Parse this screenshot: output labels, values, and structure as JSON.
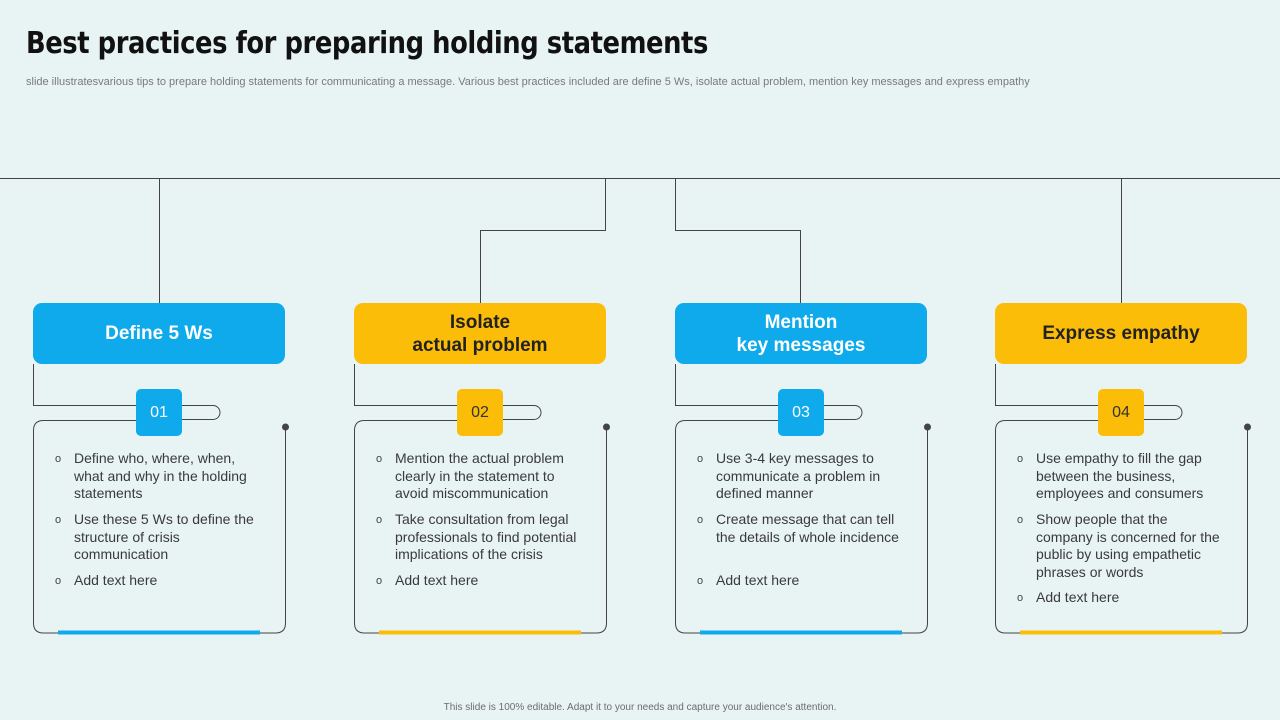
{
  "title": "Best practices for preparing holding statements",
  "subtitle": "slide illustratesvarious tips to prepare holding statements for communicating a message. Various best practices included are define 5 Ws, isolate actual problem, mention key messages and express empathy",
  "footer": "This slide is 100% editable. Adapt it to your needs and capture your audience's attention.",
  "colors": {
    "blue": "#0eaaeb",
    "yellow": "#fbbd07",
    "background": "#e8f3f4",
    "line": "#444444"
  },
  "bullet_icon": "circle-bullet-icon",
  "cards": [
    {
      "heading": "Define 5 Ws",
      "number": "01",
      "color": "blue",
      "bullets": [
        "Define who, where, when, what and why in the holding statements",
        "Use these 5 Ws to define the structure of crisis communication",
        "Add text here"
      ]
    },
    {
      "heading": "Isolate\nactual problem",
      "number": "02",
      "color": "yellow",
      "bullets": [
        "Mention the actual problem clearly in the statement to avoid miscommunication",
        "Take consultation from legal professionals to find potential implications of the crisis",
        "Add text here"
      ]
    },
    {
      "heading": "Mention\nkey messages",
      "number": "03",
      "color": "blue",
      "bullets": [
        "Use 3-4 key messages to communicate a problem in defined manner",
        "Create message that can tell the details of whole incidence",
        "Add text here"
      ]
    },
    {
      "heading": "Express empathy",
      "number": "04",
      "color": "yellow",
      "bullets": [
        "Use empathy to fill the gap between the business, employees and consumers",
        "Show people that the company is concerned for the public by using empathetic phrases or words",
        "Add text here"
      ]
    }
  ]
}
